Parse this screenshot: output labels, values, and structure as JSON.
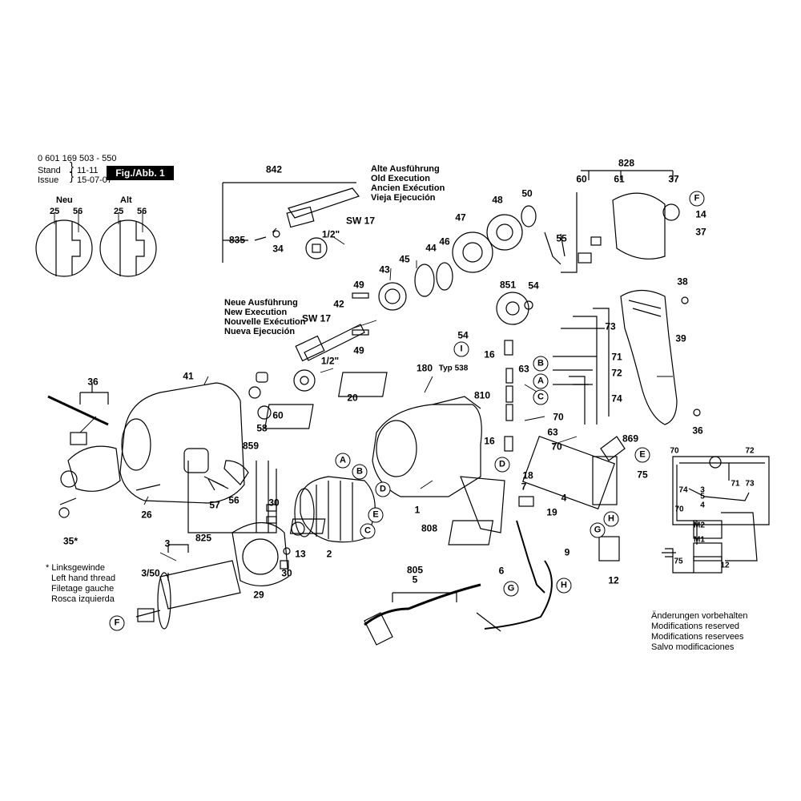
{
  "header": {
    "part_number": "0 601 169 503 - 550",
    "stand_label": "Stand",
    "stand_value": "11-11",
    "issue_label": "Issue",
    "issue_value": "15-07-07",
    "fig_label": "Fig./Abb. 1"
  },
  "detail": {
    "neu": "Neu",
    "alt": "Alt",
    "n25a": "25",
    "n56a": "56",
    "n25b": "25",
    "n56b": "56"
  },
  "old_execution": [
    "Alte Ausführung",
    "Old Execution",
    "Ancien Exécution",
    "Vieja Ejecución"
  ],
  "new_execution": [
    "Neue Ausführung",
    "New Execution",
    "Nouvelle Exécution",
    "Nueva Ejecución"
  ],
  "left_thread": [
    "* Linksgewinde",
    "Left hand thread",
    "Filetage gauche",
    "Rosca izquierda"
  ],
  "modifications": [
    "Änderungen vorbehalten",
    "Modifications reserved",
    "Modifications reservees",
    "Salvo modificaciones"
  ],
  "part_labels": {
    "p842": "842",
    "p835": "835",
    "p34": "34",
    "sw17a": "SW 17",
    "half_a": "1/2\"",
    "p43": "43",
    "p45": "45",
    "p44": "44",
    "p46": "46",
    "p47": "47",
    "p48": "48",
    "p50": "50",
    "p55": "55",
    "p60a": "60",
    "p828": "828",
    "p61": "61",
    "p37a": "37",
    "p14": "14",
    "p37b": "37",
    "p49a": "49",
    "p42": "42",
    "sw17b": "SW 17",
    "p49b": "49",
    "half_b": "1/2\"",
    "p851": "851",
    "p54a": "54",
    "p54b": "54",
    "p73": "73",
    "p16a": "16",
    "p63a": "63",
    "p71": "71",
    "p72": "72",
    "p74": "74",
    "p810": "810",
    "p70a": "70",
    "p16b": "16",
    "p63b": "63",
    "p70b": "70",
    "p869": "869",
    "p75": "75",
    "p18": "18",
    "p7": "7",
    "p4": "4",
    "p19": "19",
    "p38": "38",
    "p39": "39",
    "p36b": "36",
    "p41": "41",
    "p36a": "36",
    "p60b": "60",
    "p58": "58",
    "p859": "859",
    "p57": "57",
    "p56": "56",
    "p26": "26",
    "p35": "35*",
    "p825": "825",
    "p180": "180",
    "typ": "Typ 538",
    "p20": "20",
    "p1": "1",
    "p2": "2",
    "p808": "808",
    "p30a": "30",
    "p13": "13",
    "p30b": "30",
    "p3": "3",
    "p350": "3/50",
    "p29": "29",
    "p805": "805",
    "p5": "5",
    "p6": "6",
    "p9": "9",
    "p12": "12"
  },
  "circle_labels": {
    "F_top": "F",
    "I_left": "I",
    "B1": "B",
    "A1": "A",
    "C1": "C",
    "D1": "D",
    "E_right": "E",
    "A2": "A",
    "B2": "B",
    "D2": "D",
    "E2": "E",
    "C2": "C",
    "H1": "H",
    "G1": "G",
    "G2": "G",
    "H2": "H",
    "F_bottom": "F"
  },
  "schematic": {
    "n70a": "70",
    "n72": "72",
    "n74": "74",
    "n3": "3",
    "n71": "71",
    "n73": "73",
    "n5": "5",
    "n4": "4",
    "n70b": "70",
    "m2": "M2",
    "m1": "M1",
    "n75": "75",
    "n12": "12"
  }
}
